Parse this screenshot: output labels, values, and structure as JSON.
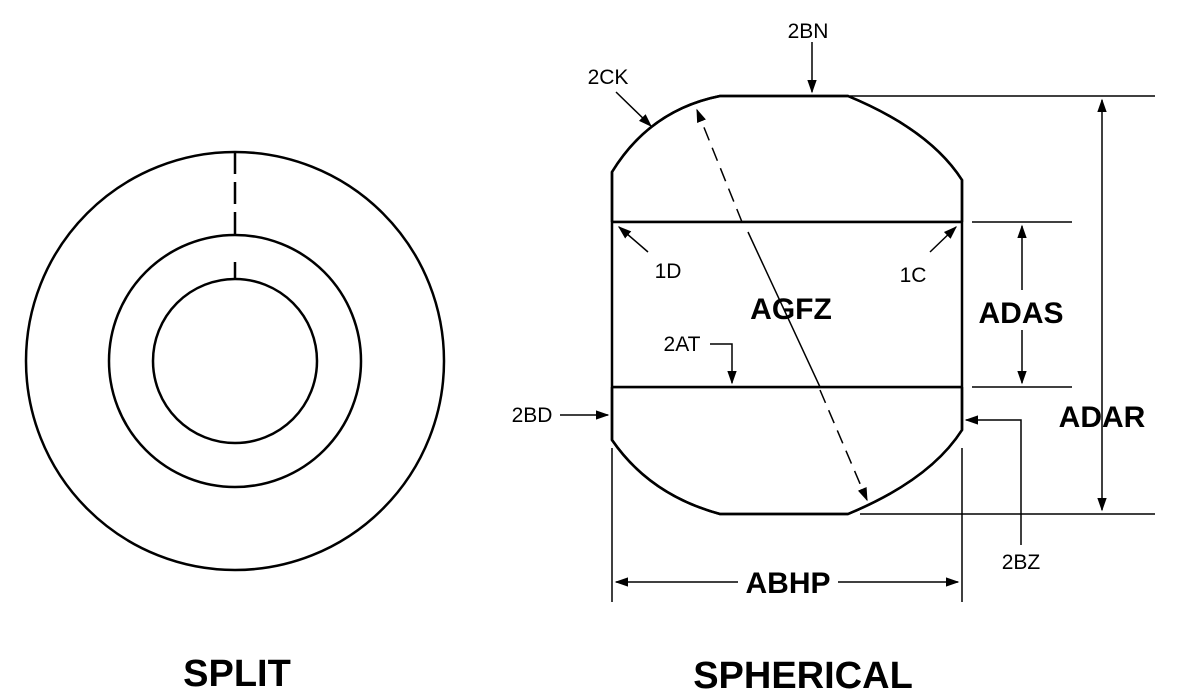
{
  "titles": {
    "split": "SPLIT",
    "spherical": "SPHERICAL"
  },
  "callouts": {
    "bn": "2BN",
    "ck": "2CK",
    "d1": "1D",
    "c1": "1C",
    "at": "2AT",
    "bd": "2BD",
    "bz": "2BZ"
  },
  "dimensions": {
    "agfz": "AGFZ",
    "adas": "ADAS",
    "adar": "ADAR",
    "abhp": "ABHP"
  },
  "colors": {
    "ink": "#000000",
    "paper": "#ffffff"
  }
}
